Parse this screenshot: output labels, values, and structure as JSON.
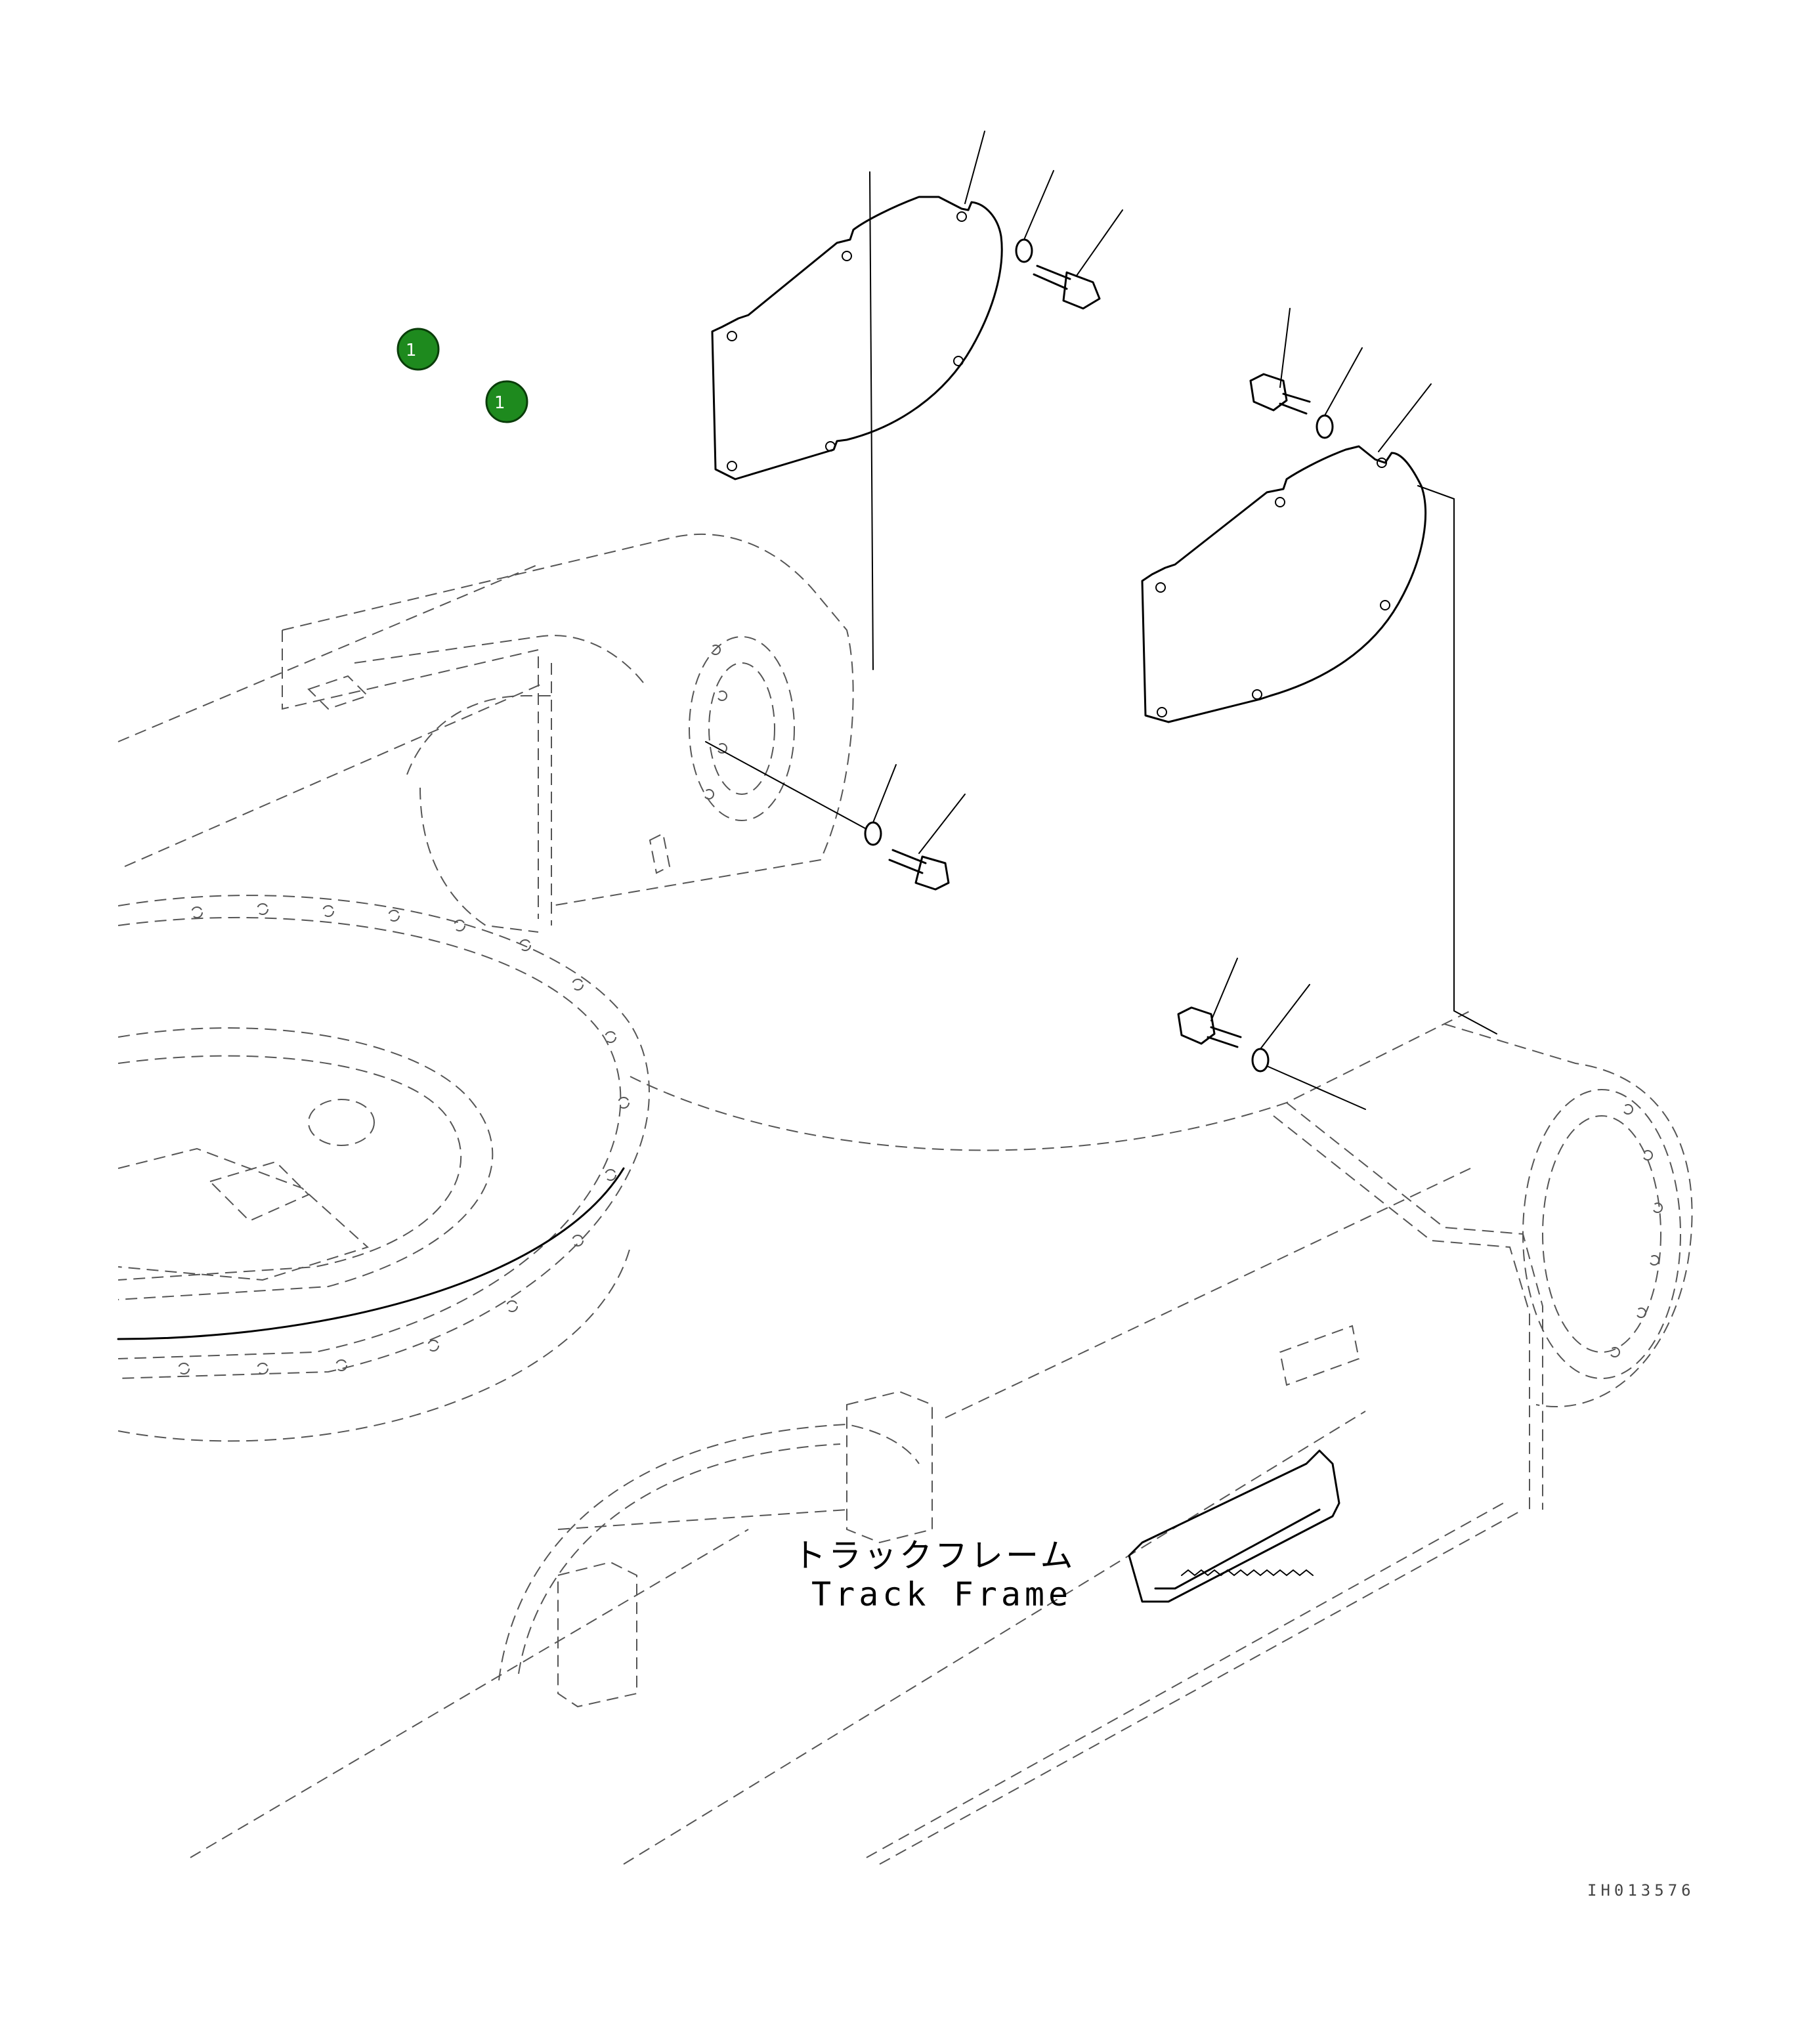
{
  "diagram": {
    "label_japanese": "トラックフレーム",
    "label_english": "Track Frame",
    "drawing_id": "IH013576",
    "markers": [
      {
        "text": "1",
        "color": "#1e8a1e"
      },
      {
        "text": "1",
        "color": "#1e8a1e"
      }
    ]
  }
}
